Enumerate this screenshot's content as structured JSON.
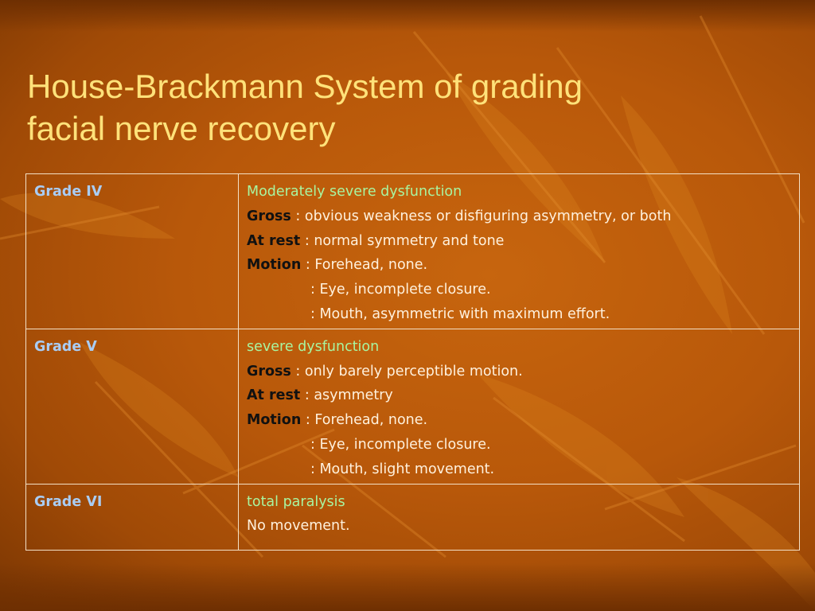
{
  "title_line1": "House-Brackmann System of grading",
  "title_line2": "facial nerve recovery",
  "rows": [
    {
      "grade": "Grade IV",
      "severity": "Moderately severe dysfunction",
      "gross_label": "Gross",
      "gross_text": " : obvious weakness or disfiguring asymmetry, or both",
      "rest_label": "At rest",
      "rest_text": " : normal symmetry and tone",
      "motion_label": "Motion",
      "motion_forehead": " : Forehead, none.",
      "motion_eye": ": Eye, incomplete closure.",
      "motion_mouth": ": Mouth, asymmetric with maximum effort."
    },
    {
      "grade": "Grade V",
      "severity": "severe dysfunction",
      "gross_label": "Gross",
      "gross_text": " : only barely perceptible motion.",
      "rest_label": "At rest",
      "rest_text": " : asymmetry",
      "motion_label": "Motion",
      "motion_forehead": " : Forehead, none.",
      "motion_eye": ": Eye, incomplete closure.",
      "motion_mouth": ": Mouth, slight movement."
    },
    {
      "grade": "Grade VI",
      "severity": "total paralysis",
      "note": "No movement."
    }
  ],
  "colors": {
    "title": "#ffe27a",
    "grade_label": "#a9cdf5",
    "severity": "#a8f5a0",
    "body_text": "#fff1dd",
    "background": "#b8580a"
  }
}
